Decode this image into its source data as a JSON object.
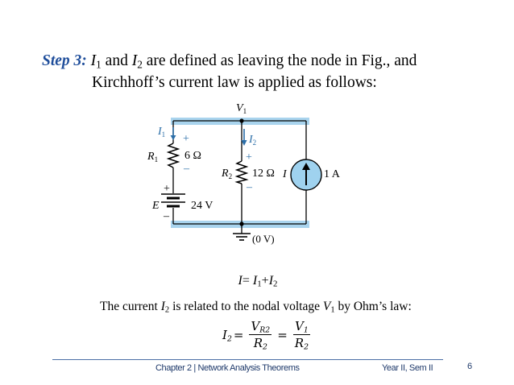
{
  "step": {
    "label": "Step 3:",
    "line1_a": " ",
    "line1_I1": "I",
    "line1_I1_sub": "1",
    "line1_and": " and ",
    "line1_I2": "I",
    "line1_I2_sub": "2",
    "line1_rest": " are defined as leaving the node in Fig., and",
    "line2": "Kirchhoff’s current law is applied as follows:"
  },
  "circuit": {
    "node_voltage": "V",
    "node_voltage_sub": "1",
    "i1": "I",
    "i1_sub": "1",
    "i2": "I",
    "i2_sub": "2",
    "r1": "R",
    "r1_sub": "1",
    "r1_value": "6 Ω",
    "r2": "R",
    "r2_sub": "2",
    "r2_value": "12 Ω",
    "source_e": "E",
    "source_e_value": "24 V",
    "current_source": "I",
    "current_source_value": "1 A",
    "ground_label": "(0 V)",
    "plus": "+",
    "minus": "–"
  },
  "equation1": {
    "lhs": "I",
    "eq": "= ",
    "t1": "I",
    "t1_sub": "1",
    "plus": "+",
    "t2": "I",
    "t2_sub": "2"
  },
  "ohm_text": {
    "a": "The current ",
    "I": "I",
    "I_sub": "2",
    "b": " is related to the nodal voltage ",
    "V": "V",
    "V_sub": "1",
    "c": " by Ohm’s law:"
  },
  "equation2": {
    "lhs": "I",
    "lhs_sub": "2",
    "eq": "=",
    "num1": "V",
    "num1_sub": "R2",
    "den1": "R",
    "den1_sub": "2",
    "num2": "V",
    "num2_sub": "1",
    "den2": "R",
    "den2_sub": "2"
  },
  "footer": {
    "chapter": "Chapter 2 | Network Analysis Theorems",
    "year": "Year II, Sem II",
    "page": "6"
  },
  "colors": {
    "accent": "#1f4e9b",
    "circuit_highlight": "#a9d4ee",
    "current_source_fill": "#9fd2ef",
    "arrow": "#2b6ea8"
  }
}
